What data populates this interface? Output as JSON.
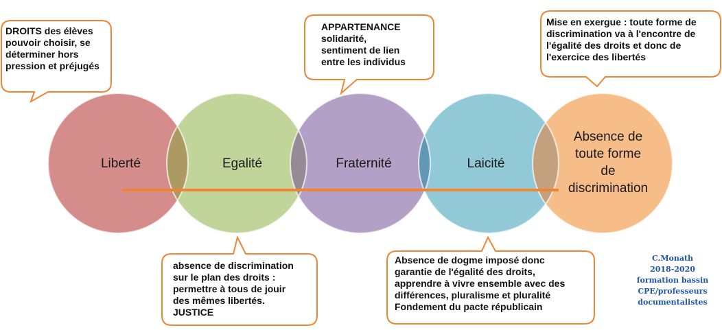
{
  "colors": {
    "liberte": "#d48d8b",
    "egalite": "#c1d49a",
    "fraternite": "#b2a0c6",
    "laicite": "#92c9d6",
    "discrimination": "#f7bd89",
    "overlap1": "#ad9a62",
    "overlap2": "#958b95",
    "overlap3": "#6398b5",
    "overlap4": "#c3a07e",
    "line": "#ef8534",
    "callout_border": "#ef8534",
    "credit_text": "#1f56a8"
  },
  "circles": [
    {
      "label": "Liberté"
    },
    {
      "label": "Egalité"
    },
    {
      "label": "Fraternité"
    },
    {
      "label": "Laicité"
    },
    {
      "label_lines": [
        "Absence de",
        "toute forme",
        "de",
        "discrimination"
      ]
    }
  ],
  "callouts": {
    "liberte": "DROITS des élèves\npouvoir choisir, se\ndéterminer hors\npression et préjugés",
    "egalite": "absence de discrimination\nsur le plan des droits :\npermettre à tous de jouir\ndes mêmes libertés.\nJUSTICE",
    "fraternite": "APPARTENANCE\nsolidarité,\nsentiment de lien\nentre les individus",
    "laicite": "Absence de dogme imposé donc\ngarantie de l'égalité des droits,\napprendre à vivre ensemble avec des\ndifférences, pluralisme et pluralité\nFondement du pacte républicain",
    "discrimination": "Mise en exergue : toute forme de\ndiscrimination va à l'encontre de\nl'égalité des droits et donc de\nl'exercice des libertés"
  },
  "credit": [
    "C.Monath",
    "2018-2020",
    "formation bassin",
    "CPE/professeurs",
    "documentalistes"
  ]
}
